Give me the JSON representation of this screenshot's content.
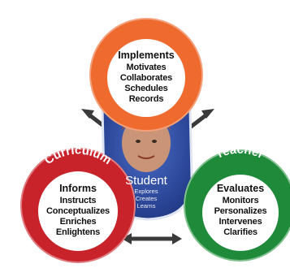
{
  "nodes": {
    "coach": {
      "ring_title": "Learning Coach",
      "heading": "Implements",
      "items": [
        "Motivates",
        "Collaborates",
        "Schedules",
        "Records"
      ],
      "color": "#ee6a2e"
    },
    "curriculum": {
      "ring_title": "Curriculum",
      "heading": "Informs",
      "items": [
        "Instructs",
        "Conceptualizes",
        "Enriches",
        "Enlightens"
      ],
      "color": "#c8222b"
    },
    "teacher": {
      "ring_title": "Teacher",
      "heading": "Evaluates",
      "items": [
        "Monitors",
        "Personalizes",
        "Intervenes",
        "Clarifies"
      ],
      "color": "#1f8a3a"
    }
  },
  "student": {
    "title": "Student",
    "items": [
      "Explores",
      "Creates",
      "Learns"
    ],
    "color": "#2c4aa0"
  }
}
